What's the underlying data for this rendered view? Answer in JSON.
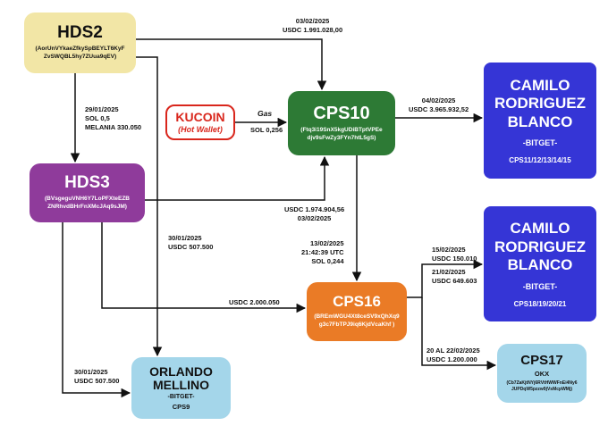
{
  "nodes": {
    "hds2": {
      "title": "HDS2",
      "address_line1": "(AorUnVYkaeZfkySpBEYLT6KyF",
      "address_line2": "ZvSWQBL5hy7ZUua9qEV)"
    },
    "hds3": {
      "title": "HDS3",
      "address_line1": "(BVsgeguVNH6Y7LoPFXteEZB",
      "address_line2": "ZNRhvdBHrFnXMcJAq9sJM)"
    },
    "kucoin": {
      "title": "KUCOIN",
      "subtitle": "(Hot Wallet)"
    },
    "cps10": {
      "title": "CPS10",
      "address_line1": "(Ftq3i19SnX5kgUDiBTptVPEe",
      "address_line2": "djv9sFwZy3FYn7htL5gS)"
    },
    "cps16": {
      "title": "CPS16",
      "address_line1": "(BREmWGU4Xt8ceSV9xQhXq9",
      "address_line2": "g3c7FbTPJ9iq6KjdVcaKhf )"
    },
    "camilo1": {
      "title_line1": "CAMILO",
      "title_line2": "RODRIGUEZ",
      "title_line3": "BLANCO",
      "exchange": "-BITGET-",
      "wallets": "CPS11/12/13/14/15"
    },
    "camilo2": {
      "title_line1": "CAMILO",
      "title_line2": "RODRIGUEZ",
      "title_line3": "BLANCO",
      "exchange": "-BITGET-",
      "wallets": "CPS18/19/20/21"
    },
    "orlando": {
      "title_line1": "ORLANDO",
      "title_line2": "MELLINO",
      "exchange": "-BITGET-",
      "wallets": "CPS9"
    },
    "cps17": {
      "title": "CPS17",
      "exchange": "OKX",
      "address_line1": "(Cb7ZaKjtNYj6RVtHWWFnEi4Ny6",
      "address_line2": "JUPDqW5pzzw9jVsMcpWMj)"
    }
  },
  "edges": {
    "hds2_cps10": {
      "date": "03/02/2025",
      "amount": "USDC 1.991.028,00"
    },
    "hds2_hds3": {
      "date": "29/01/2025",
      "sol": "SOL 0,5",
      "token": "MELANIA 330.050"
    },
    "kucoin_cps10": {
      "label": "Gas",
      "amount": "SOL 0,256"
    },
    "cps10_camilo1": {
      "date": "04/02/2025",
      "amount": "USDC 3.965.932,52"
    },
    "hds3_cps10": {
      "amount": "USDC 1.974.904,56",
      "date": "03/02/2025"
    },
    "hds2_orlando": {
      "date": "30/01/2025",
      "amount": "USDC 507.500"
    },
    "cps10_cps16": {
      "date": "13/02/2025",
      "time": "21:42:39 UTC",
      "amount": "SOL 0,244"
    },
    "hds3_cps16": {
      "amount": "USDC 2.000.050"
    },
    "hds3_orlando": {
      "date": "30/01/2025",
      "amount": "USDC 507.500"
    },
    "cps16_camilo2_a": {
      "date": "15/02/2025",
      "amount": "USDC 150.010"
    },
    "cps16_camilo2_b": {
      "date": "21/02/2025",
      "amount": "USDC 649.603"
    },
    "cps16_cps17": {
      "date": "20 AL 22/02/2025",
      "amount": "USDC 1.200.000"
    }
  }
}
